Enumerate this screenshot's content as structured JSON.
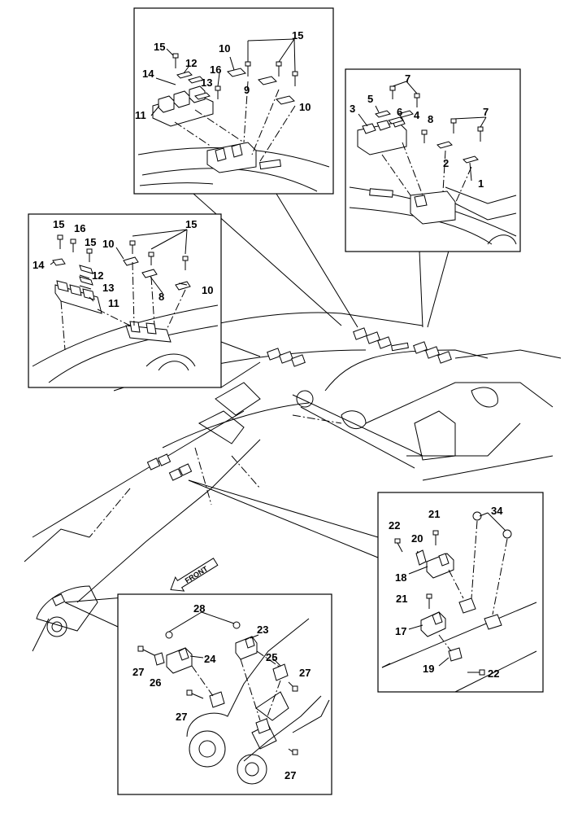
{
  "labels": {
    "n1": "1",
    "n2": "2",
    "n3": "3",
    "n4": "4",
    "n5": "5",
    "n6": "6",
    "n7a": "7",
    "n7b": "7",
    "n8a": "8",
    "n9": "9",
    "n10a": "10",
    "n10b": "10",
    "n11a": "11",
    "n12a": "12",
    "n13a": "13",
    "n14a": "14",
    "n15a": "15",
    "n15b": "15",
    "n16a": "16",
    "n15c": "15",
    "n16b": "16",
    "n15d": "15",
    "n15e": "15",
    "n14b": "14",
    "n10c": "10",
    "n12b": "12",
    "n13b": "13",
    "n11b": "11",
    "n8b": "8",
    "n10d": "10",
    "n22a": "22",
    "n21a": "21",
    "n34": "34",
    "n20": "20",
    "n18": "18",
    "n21b": "21",
    "n17": "17",
    "n19": "19",
    "n22b": "22",
    "n28": "28",
    "n23": "23",
    "n24": "24",
    "n27a": "27",
    "n26": "26",
    "n25": "25",
    "n27b": "27",
    "n27c": "27",
    "n27d": "27"
  },
  "front_label": "FRONT"
}
